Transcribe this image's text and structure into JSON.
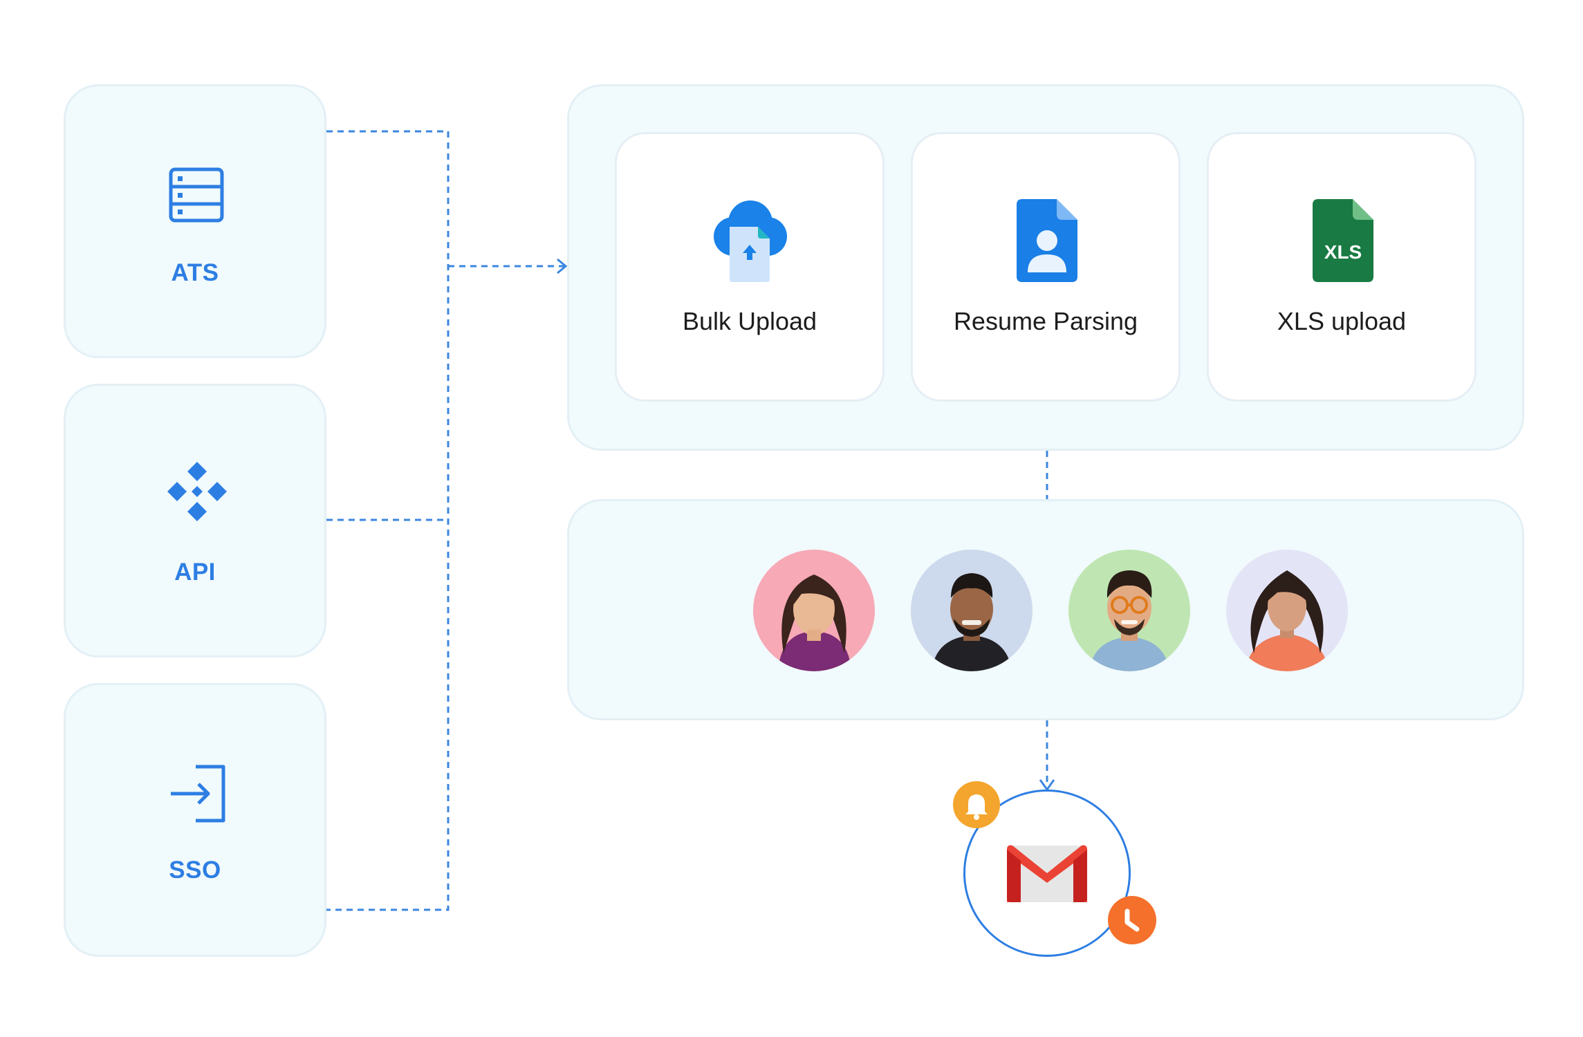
{
  "sources": [
    {
      "label": "ATS",
      "icon": "server-database-icon"
    },
    {
      "label": "API",
      "icon": "api-diamond-icon"
    },
    {
      "label": "SSO",
      "icon": "sign-in-icon"
    }
  ],
  "methods": [
    {
      "label": "Bulk Upload",
      "icon": "cloud-upload-icon"
    },
    {
      "label": "Resume Parsing",
      "icon": "resume-document-icon"
    },
    {
      "label": "XLS upload",
      "icon": "xls-file-icon",
      "badge": "XLS"
    }
  ],
  "candidates": [
    {
      "icon": "candidate-avatar-1",
      "bg": "#f7a9b6"
    },
    {
      "icon": "candidate-avatar-2",
      "bg": "#cdd9ec"
    },
    {
      "icon": "candidate-avatar-3",
      "bg": "#bfe6b2"
    },
    {
      "icon": "candidate-avatar-4",
      "bg": "#e4e4f7"
    }
  ],
  "notification": {
    "icon": "gmail-icon",
    "badges": [
      "bell-icon",
      "clock-icon"
    ]
  },
  "colors": {
    "accent": "#2d7ee3",
    "connector": "#3b86e0",
    "panel_bg": "#f1fafc",
    "xls_green": "#197b43",
    "bell_orange": "#f4a52d",
    "clock_orange": "#f5702a"
  }
}
